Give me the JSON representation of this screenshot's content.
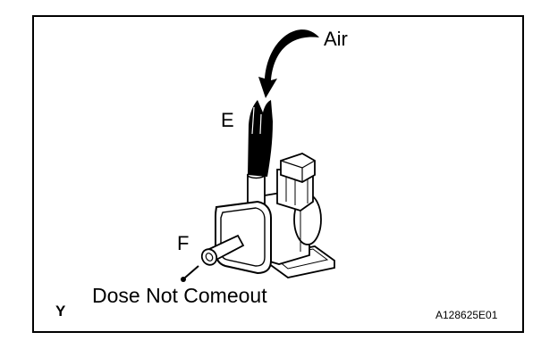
{
  "labels": {
    "air": "Air",
    "port_e": "E",
    "port_f": "F",
    "result": "Dose Not Comeout",
    "corner_mark": "Y",
    "figure_code": "A128625E01"
  }
}
